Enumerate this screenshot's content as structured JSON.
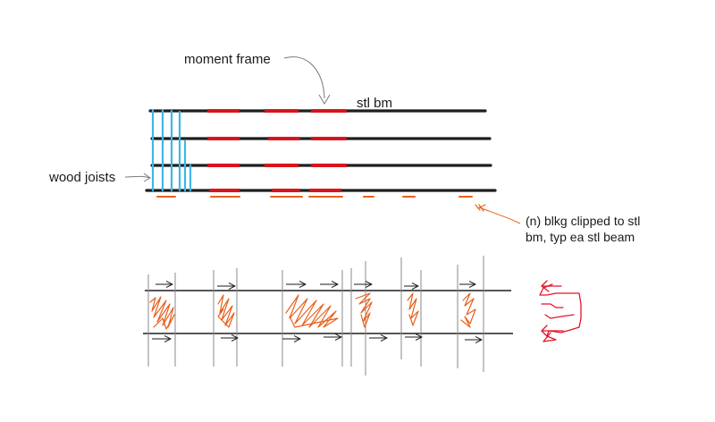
{
  "labels": {
    "moment_frame": "moment frame",
    "stl_bm": "stl bm",
    "wood_joists": "wood joists",
    "blkg_line1": "(n) blkg clipped to stl",
    "blkg_line2": "bm, typ ea stl beam"
  },
  "colors": {
    "beam": "#1e1e1e",
    "moment_frame": "#d8141c",
    "joist": "#3cb8e8",
    "blocking": "#e8601c",
    "post": "#8a8a8a",
    "arrow": "#1a1a1a",
    "leader": "#7a7a7a",
    "red_sketch": "#e3132b"
  }
}
